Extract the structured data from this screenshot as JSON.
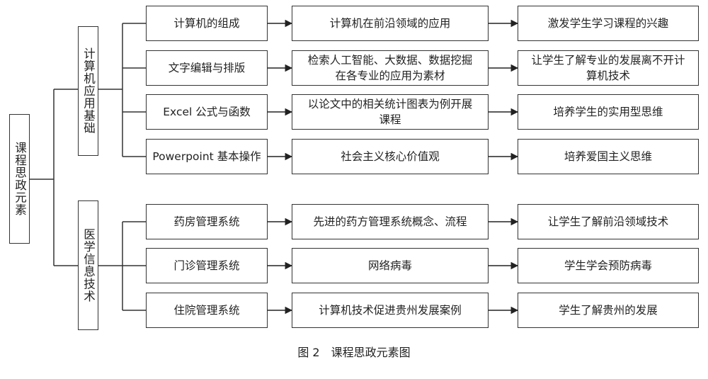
{
  "root": {
    "label": "课程思政元素"
  },
  "groups": [
    {
      "label": "计算机应用基础",
      "rows": [
        {
          "topic": "计算机的组成",
          "content": "计算机在前沿领域的应用",
          "goal": "激发学生学习课程的兴趣"
        },
        {
          "topic": "文字编辑与排版",
          "content": "检索人工智能、大数据、数据挖掘在各专业的应用为素材",
          "goal": "让学生了解专业的发展离不开计算机技术"
        },
        {
          "topic": "Excel 公式与函数",
          "content": "以论文中的相关统计图表为例开展课程",
          "goal": "培养学生的实用型思维"
        },
        {
          "topic": "Powerpoint 基本操作",
          "content": "社会主义核心价值观",
          "goal": "培养爱国主义思维"
        }
      ]
    },
    {
      "label": "医学信息技术",
      "rows": [
        {
          "topic": "药房管理系统",
          "content": "先进的药方管理系统概念、流程",
          "goal": "让学生了解前沿领域技术"
        },
        {
          "topic": "门诊管理系统",
          "content": "网络病毒",
          "goal": "学生学会预防病毒"
        },
        {
          "topic": "住院管理系统",
          "content": "计算机技术促进贵州发展案例",
          "goal": "学生了解贵州的发展"
        }
      ]
    }
  ],
  "caption": {
    "figure": "图 2",
    "title": "课程思政元素图"
  }
}
